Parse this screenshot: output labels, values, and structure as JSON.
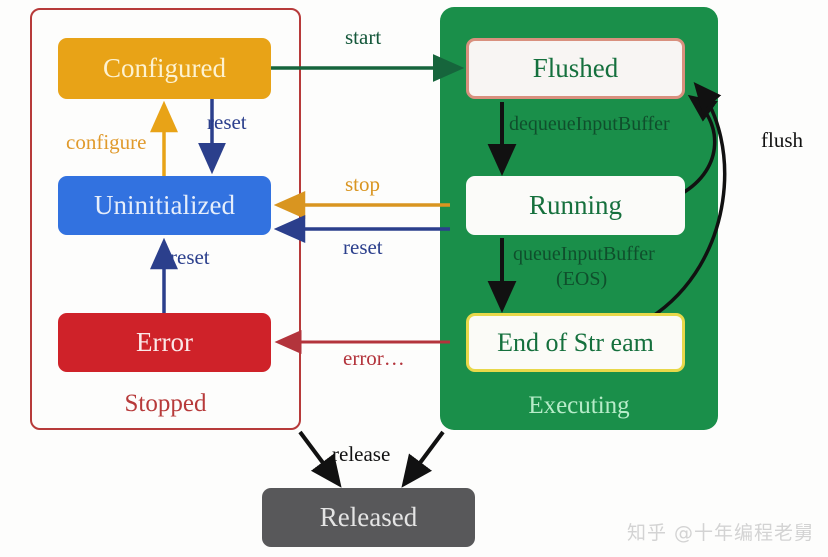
{
  "diagram": {
    "title": "MediaCodec state diagram",
    "groups": [
      {
        "id": "stopped",
        "label": "Stopped",
        "color": "#b73a3a"
      },
      {
        "id": "executing",
        "label": "Executing",
        "color": "#1a8f4a"
      }
    ],
    "nodes": [
      {
        "id": "configured",
        "label": "Configured",
        "fill": "#e8a317",
        "text": "#fdf2d0"
      },
      {
        "id": "uninitialized",
        "label": "Uninitialized",
        "fill": "#3272e0",
        "text": "#e6eefb"
      },
      {
        "id": "error",
        "label": "Error",
        "fill": "#cf2229",
        "text": "#fbe8e8"
      },
      {
        "id": "flushed",
        "label": "Flushed",
        "fill": "#f8f5f3",
        "border": "#d9907e",
        "text": "#15703d"
      },
      {
        "id": "running",
        "label": "Running",
        "fill": "#fbfbf9",
        "border": "#fbfbf9",
        "text": "#15703d"
      },
      {
        "id": "eos",
        "label": "End of Str eam",
        "fill": "#fbfbf7",
        "border": "#e8d84a",
        "text": "#15703d"
      },
      {
        "id": "released",
        "label": "Released",
        "fill": "#58585a",
        "text": "#e4e4e4"
      }
    ],
    "edges": [
      {
        "id": "configure",
        "label": "configure",
        "from": "uninitialized",
        "to": "configured",
        "color": "#e8a317"
      },
      {
        "id": "reset-top",
        "label": "reset",
        "from": "configured",
        "to": "uninitialized",
        "color": "#2b3f8c"
      },
      {
        "id": "reset-error",
        "label": "reset",
        "from": "error",
        "to": "uninitialized",
        "color": "#2b3f8c"
      },
      {
        "id": "start",
        "label": "start",
        "from": "configured",
        "to": "flushed",
        "color": "#16653c"
      },
      {
        "id": "stop",
        "label": "stop",
        "from": "executing",
        "to": "uninitialized",
        "color": "#d99520"
      },
      {
        "id": "reset-exec",
        "label": "reset",
        "from": "executing",
        "to": "uninitialized",
        "color": "#2b3f8c"
      },
      {
        "id": "error-dots",
        "label": "error…",
        "from": "executing",
        "to": "error",
        "color": "#b3343c"
      },
      {
        "id": "dequeue",
        "label": "dequeueInputBuffer",
        "from": "flushed",
        "to": "running",
        "color": "#111111"
      },
      {
        "id": "queue-eos-1",
        "label": "queueInputBuffer",
        "from": "running",
        "to": "eos",
        "color": "#111111"
      },
      {
        "id": "queue-eos-2",
        "label": "(EOS)",
        "from": "running",
        "to": "eos",
        "color": "#111111"
      },
      {
        "id": "flush",
        "label": "flush",
        "from": "running/eos",
        "to": "flushed",
        "color": "#111111"
      },
      {
        "id": "release",
        "label": "release",
        "from": "stopped/executing",
        "to": "released",
        "color": "#111111"
      }
    ]
  },
  "watermark": "知乎 @十年编程老舅"
}
